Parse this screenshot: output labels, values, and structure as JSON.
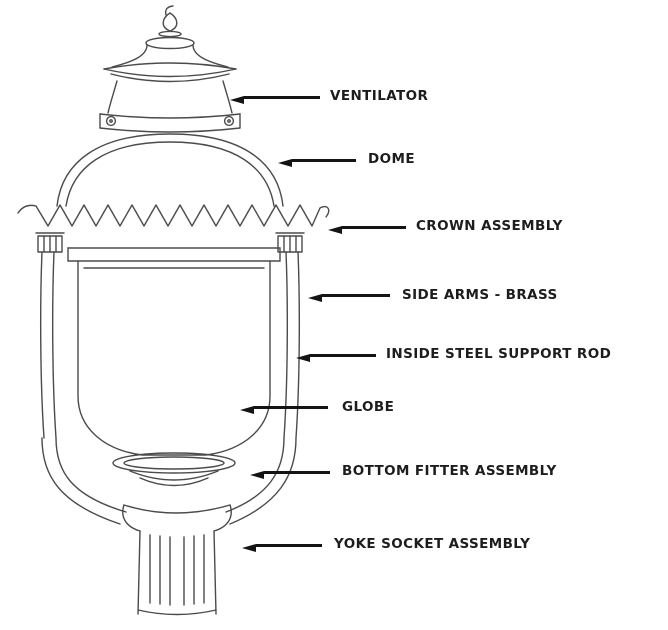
{
  "diagram": {
    "subject": "gas-lamp-post-parts",
    "labels": [
      {
        "id": "ventilator",
        "text": "VENTILATOR"
      },
      {
        "id": "dome",
        "text": "DOME"
      },
      {
        "id": "crown-assembly",
        "text": "CROWN ASSEMBLY"
      },
      {
        "id": "side-arms-brass",
        "text": "SIDE ARMS - BRASS"
      },
      {
        "id": "inside-steel-support-rod",
        "text": "INSIDE STEEL SUPPORT ROD"
      },
      {
        "id": "globe",
        "text": "GLOBE"
      },
      {
        "id": "bottom-fitter-assembly",
        "text": "BOTTOM FITTER ASSEMBLY"
      },
      {
        "id": "yoke-socket-assembly",
        "text": "YOKE SOCKET ASSEMBLY"
      }
    ],
    "colors": {
      "background": "#ffffff",
      "line_art": "#4b4b4b",
      "label_text": "#1d1d1f",
      "arrow": "#141414"
    }
  }
}
